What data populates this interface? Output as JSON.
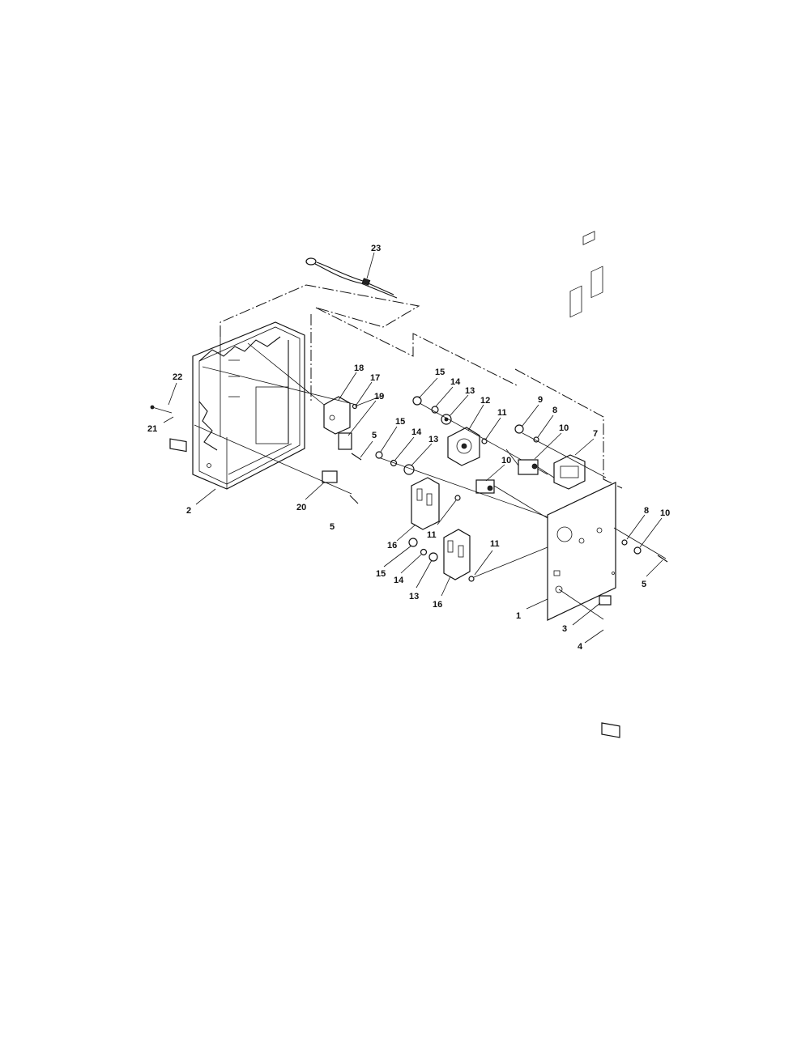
{
  "callouts": [
    {
      "n": "23"
    },
    {
      "n": "22"
    },
    {
      "n": "21"
    },
    {
      "n": "18"
    },
    {
      "n": "17"
    },
    {
      "n": "19"
    },
    {
      "n": "15"
    },
    {
      "n": "14"
    },
    {
      "n": "13"
    },
    {
      "n": "12"
    },
    {
      "n": "11"
    },
    {
      "n": "9"
    },
    {
      "n": "8"
    },
    {
      "n": "10"
    },
    {
      "n": "7"
    },
    {
      "n": "5"
    },
    {
      "n": "15"
    },
    {
      "n": "14"
    },
    {
      "n": "13"
    },
    {
      "n": "10"
    },
    {
      "n": "2"
    },
    {
      "n": "20"
    },
    {
      "n": "5"
    },
    {
      "n": "16"
    },
    {
      "n": "11"
    },
    {
      "n": "15"
    },
    {
      "n": "14"
    },
    {
      "n": "13"
    },
    {
      "n": "16"
    },
    {
      "n": "11"
    },
    {
      "n": "8"
    },
    {
      "n": "10"
    },
    {
      "n": "5"
    },
    {
      "n": "1"
    },
    {
      "n": "3"
    },
    {
      "n": "4"
    }
  ]
}
